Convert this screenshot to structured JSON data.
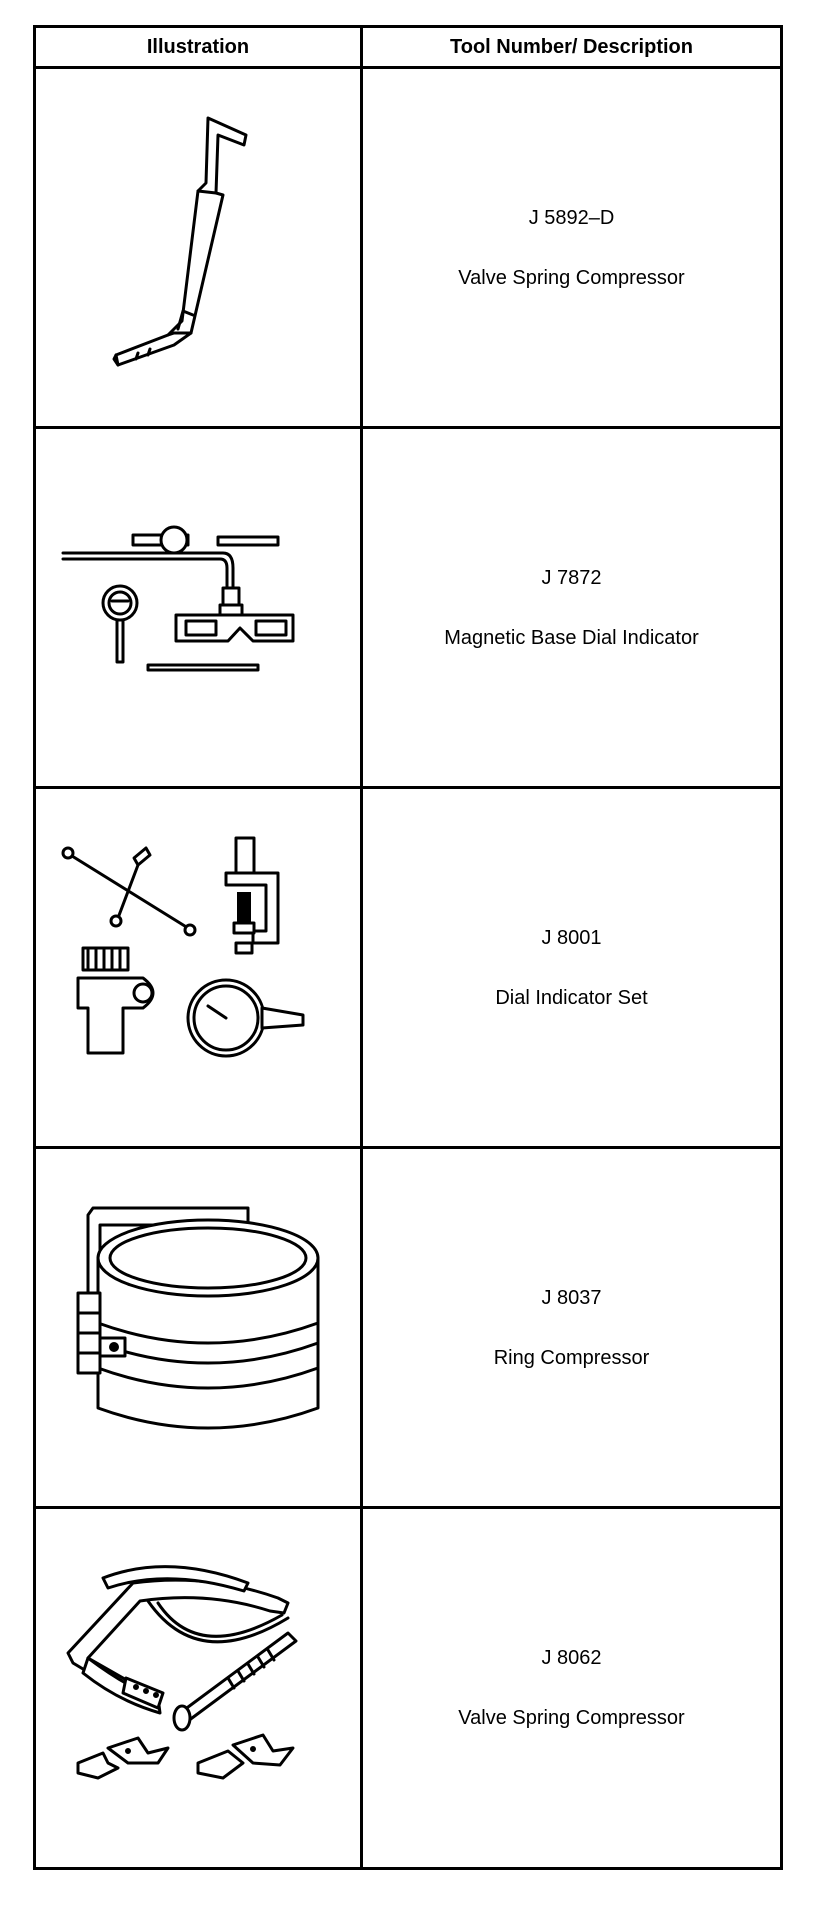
{
  "table": {
    "headers": {
      "illustration": "Illustration",
      "description": "Tool Number/ Description"
    },
    "rows": [
      {
        "tool_number": "J 5892–D",
        "description": "Valve Spring Compressor",
        "illustration_icon": "valve-spring-compressor-lever-icon"
      },
      {
        "tool_number": "J 7872",
        "description": "Magnetic Base Dial Indicator",
        "illustration_icon": "magnetic-base-dial-indicator-icon"
      },
      {
        "tool_number": "J 8001",
        "description": "Dial Indicator Set",
        "illustration_icon": "dial-indicator-set-icon"
      },
      {
        "tool_number": "J 8037",
        "description": "Ring Compressor",
        "illustration_icon": "ring-compressor-icon"
      },
      {
        "tool_number": "J 8062",
        "description": "Valve Spring Compressor",
        "illustration_icon": "c-clamp-valve-spring-compressor-icon"
      }
    ]
  }
}
